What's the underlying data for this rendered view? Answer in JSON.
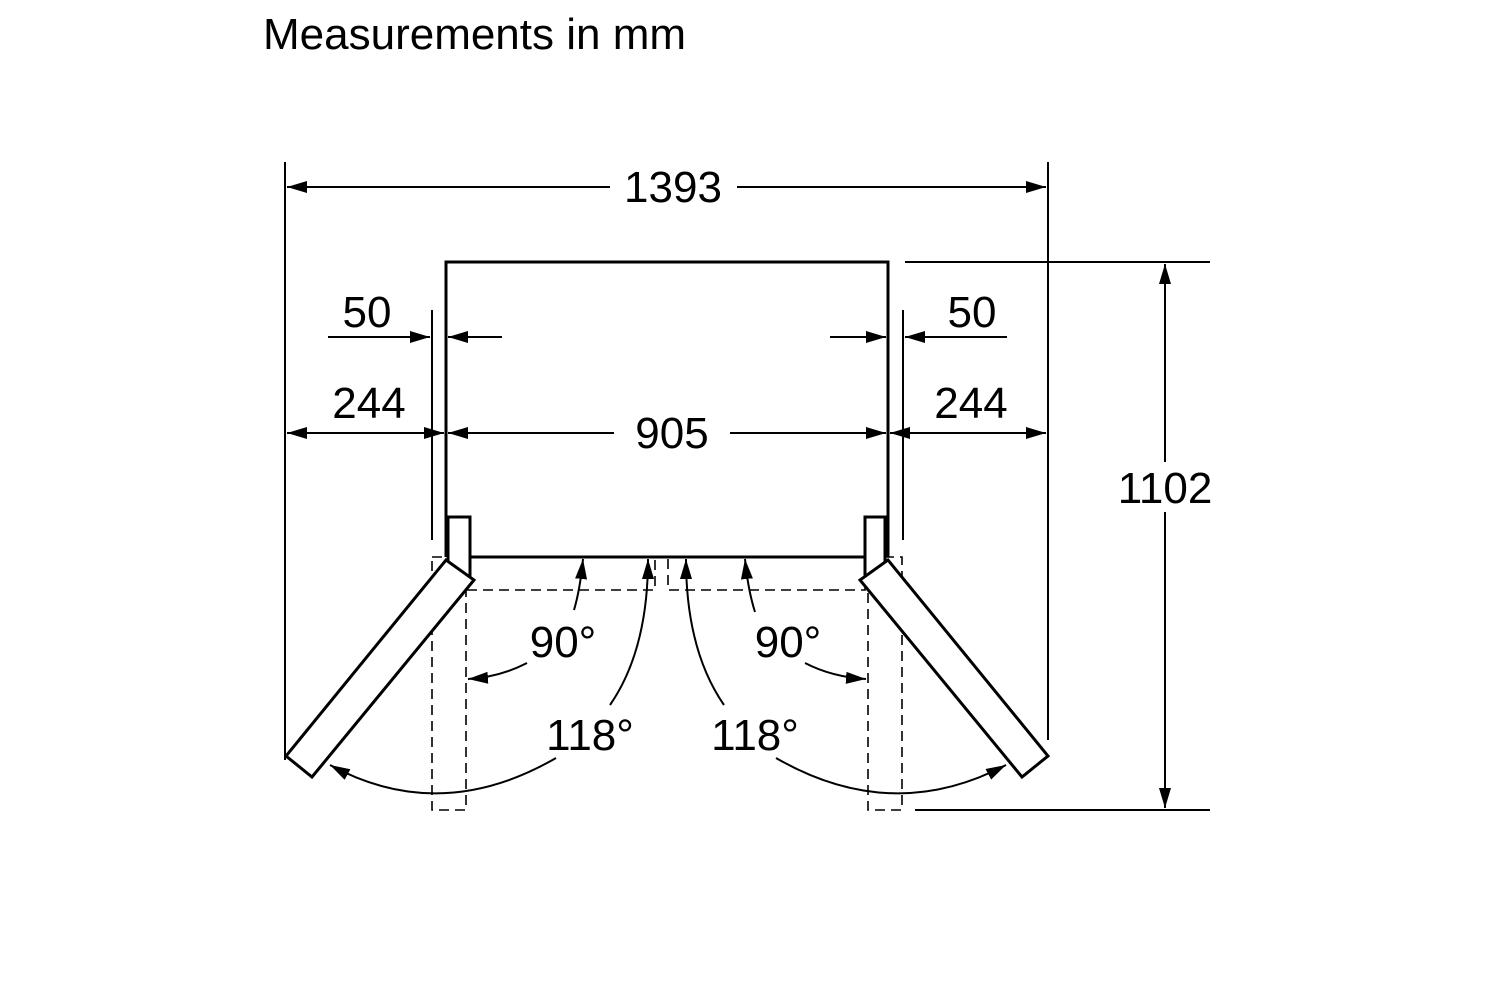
{
  "title": "Measurements in mm",
  "dimensions": {
    "total_width": "1393",
    "depth": "1102",
    "body_width": "905",
    "left_side": "244",
    "right_side": "244",
    "left_gap": "50",
    "right_gap": "50"
  },
  "angles": {
    "left_90": "90°",
    "right_90": "90°",
    "left_118": "118°",
    "right_118": "118°"
  },
  "colors": {
    "line": "#000000",
    "background": "#ffffff"
  }
}
